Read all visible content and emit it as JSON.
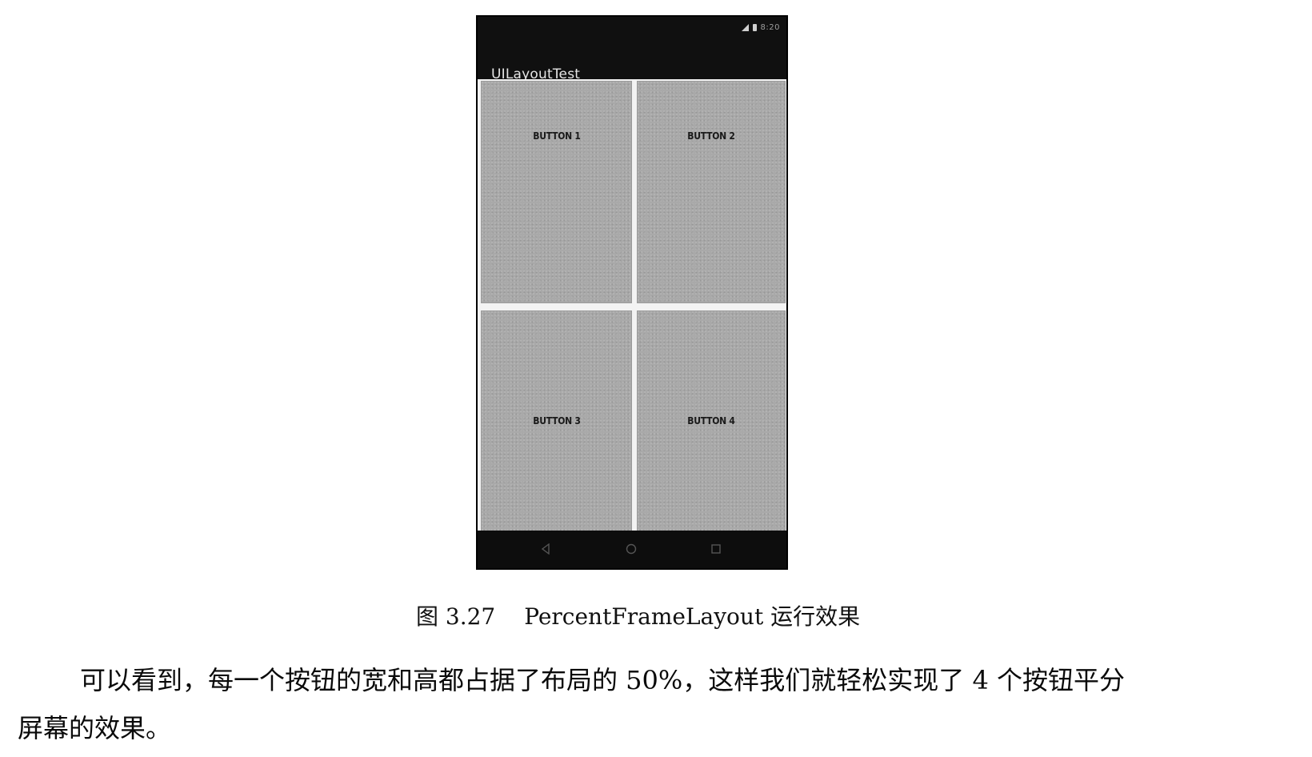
{
  "phone": {
    "status_bar": {
      "time": "8:20",
      "icons": [
        "signal-icon",
        "battery-icon"
      ]
    },
    "app_bar": {
      "title": "UILayoutTest"
    },
    "buttons": [
      {
        "label": "BUTTON 1"
      },
      {
        "label": "BUTTON 2"
      },
      {
        "label": "BUTTON 3"
      },
      {
        "label": "BUTTON 4"
      }
    ],
    "nav_bar": {
      "icons": [
        "back-icon",
        "home-icon",
        "recent-apps-icon"
      ]
    }
  },
  "caption": {
    "figure_number": "图 3.27",
    "text": "PercentFrameLayout 运行效果"
  },
  "paragraph": {
    "line1": "可以看到，每一个按钮的宽和高都占据了布局的 50%，这样我们就轻松实现了 4 个按钮平分",
    "line2": "屏幕的效果。"
  }
}
